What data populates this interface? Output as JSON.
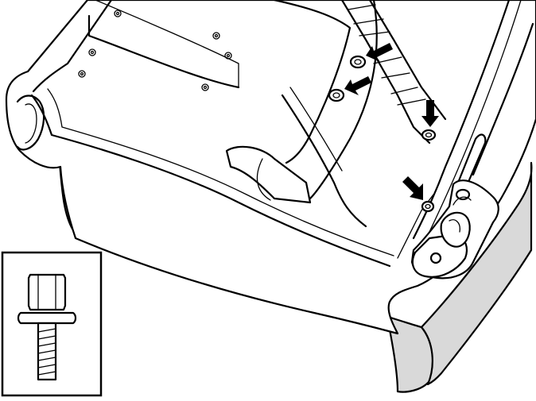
{
  "figure": {
    "kind": "technical-line-drawing",
    "colors": {
      "line": "#000000",
      "shade": "#d9d9d9",
      "background": "#ffffff"
    },
    "callout_arrows": [
      {
        "name": "arrow-upper-bolt"
      },
      {
        "name": "arrow-middle-bolt"
      },
      {
        "name": "arrow-center-bolt"
      },
      {
        "name": "arrow-hinge-bolt"
      }
    ],
    "inset": {
      "depicts": "flange-head-bolt-icon"
    }
  }
}
